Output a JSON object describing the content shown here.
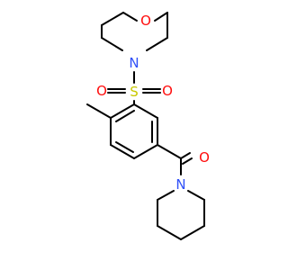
{
  "structure": {
    "atoms": [
      {
        "id": "O1",
        "label": "O",
        "color": "#FF0D0D"
      },
      {
        "id": "N1",
        "label": "N",
        "color": "#3050F8"
      },
      {
        "id": "S1",
        "label": "S",
        "color": "#C8C800"
      },
      {
        "id": "O2",
        "label": "O",
        "color": "#FF0D0D"
      },
      {
        "id": "O3",
        "label": "O",
        "color": "#FF0D0D"
      },
      {
        "id": "O4",
        "label": "O",
        "color": "#FF0D0D"
      },
      {
        "id": "N2",
        "label": "N",
        "color": "#3050F8"
      }
    ]
  }
}
